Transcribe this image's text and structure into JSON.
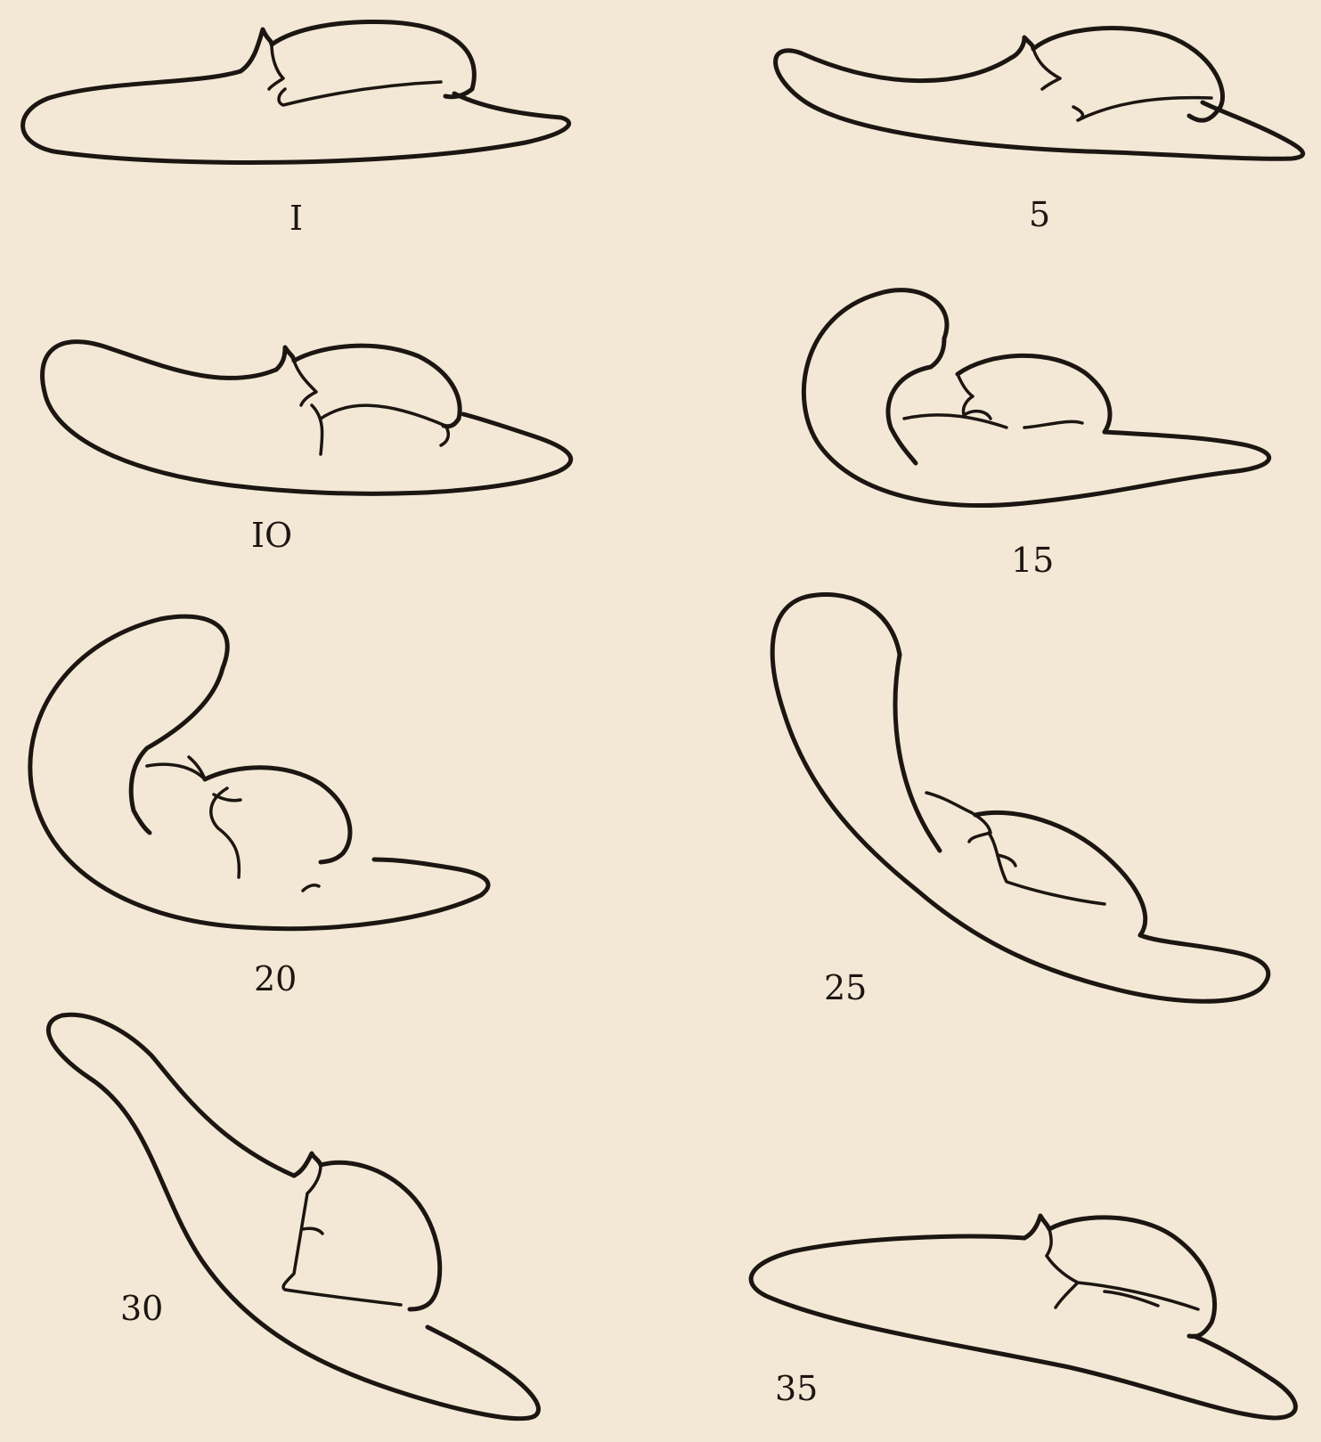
{
  "figures": [
    {
      "id": "fig-1",
      "label": "I"
    },
    {
      "id": "fig-5",
      "label": "5"
    },
    {
      "id": "fig-10",
      "label": "IO"
    },
    {
      "id": "fig-15",
      "label": "15"
    },
    {
      "id": "fig-20",
      "label": "20"
    },
    {
      "id": "fig-25",
      "label": "25"
    },
    {
      "id": "fig-30",
      "label": "30"
    },
    {
      "id": "fig-35",
      "label": "35"
    }
  ],
  "colors": {
    "paper": "#f3e8d5",
    "ink": "#1c1612"
  }
}
